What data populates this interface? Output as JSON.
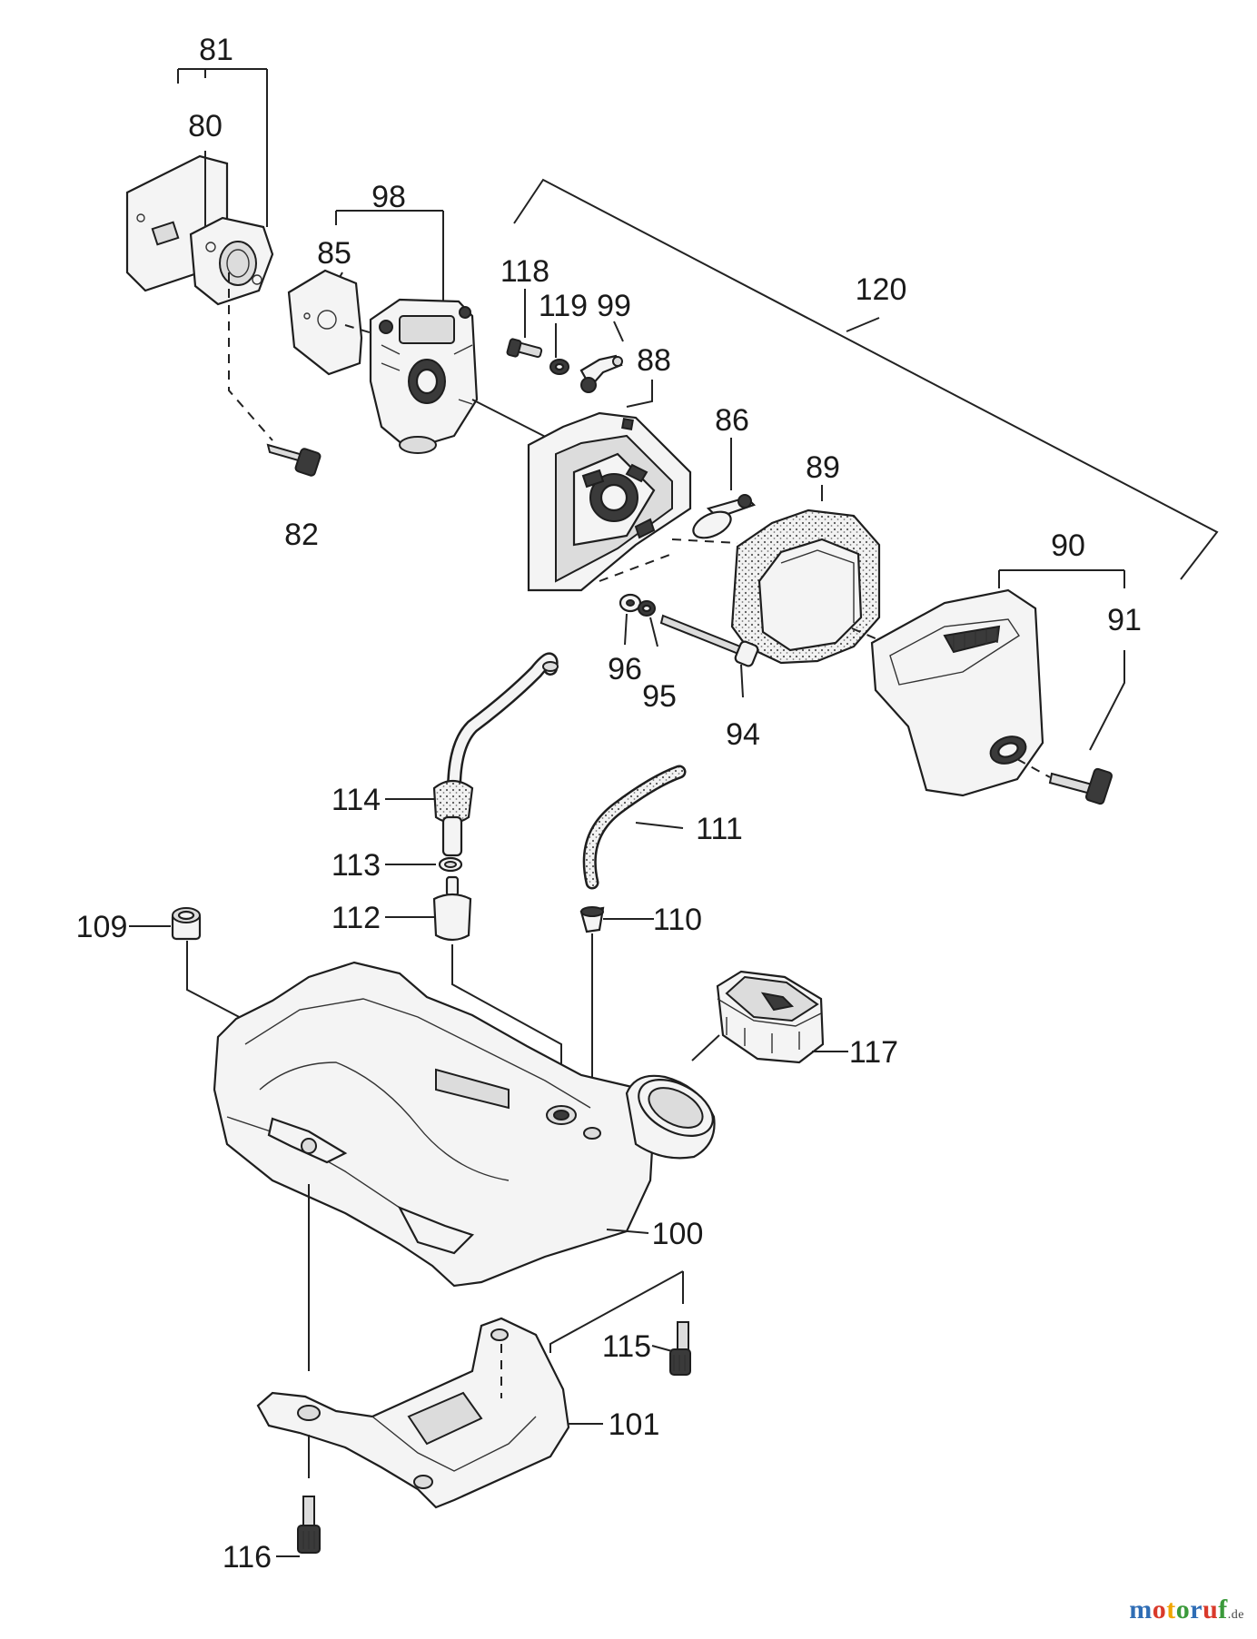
{
  "diagram": {
    "labels": {
      "p80": "80",
      "p81": "81",
      "p82": "82",
      "p85": "85",
      "p86": "86",
      "p88": "88",
      "p89": "89",
      "p90": "90",
      "p91": "91",
      "p94": "94",
      "p95": "95",
      "p96": "96",
      "p98": "98",
      "p99": "99",
      "p100": "100",
      "p101": "101",
      "p109": "109",
      "p110": "110",
      "p111": "111",
      "p112": "112",
      "p113": "113",
      "p114": "114",
      "p115": "115",
      "p116": "116",
      "p117": "117",
      "p118": "118",
      "p119": "119",
      "p120": "120"
    }
  },
  "watermark": {
    "brand_letters": [
      "m",
      "o",
      "t",
      "o",
      "r",
      "u",
      "f"
    ],
    "brand_colors": [
      "#2f6db5",
      "#d93a2b",
      "#f0a500",
      "#3b9a3b",
      "#2f6db5",
      "#d93a2b",
      "#3b9a3b"
    ],
    "suffix": ".de"
  }
}
